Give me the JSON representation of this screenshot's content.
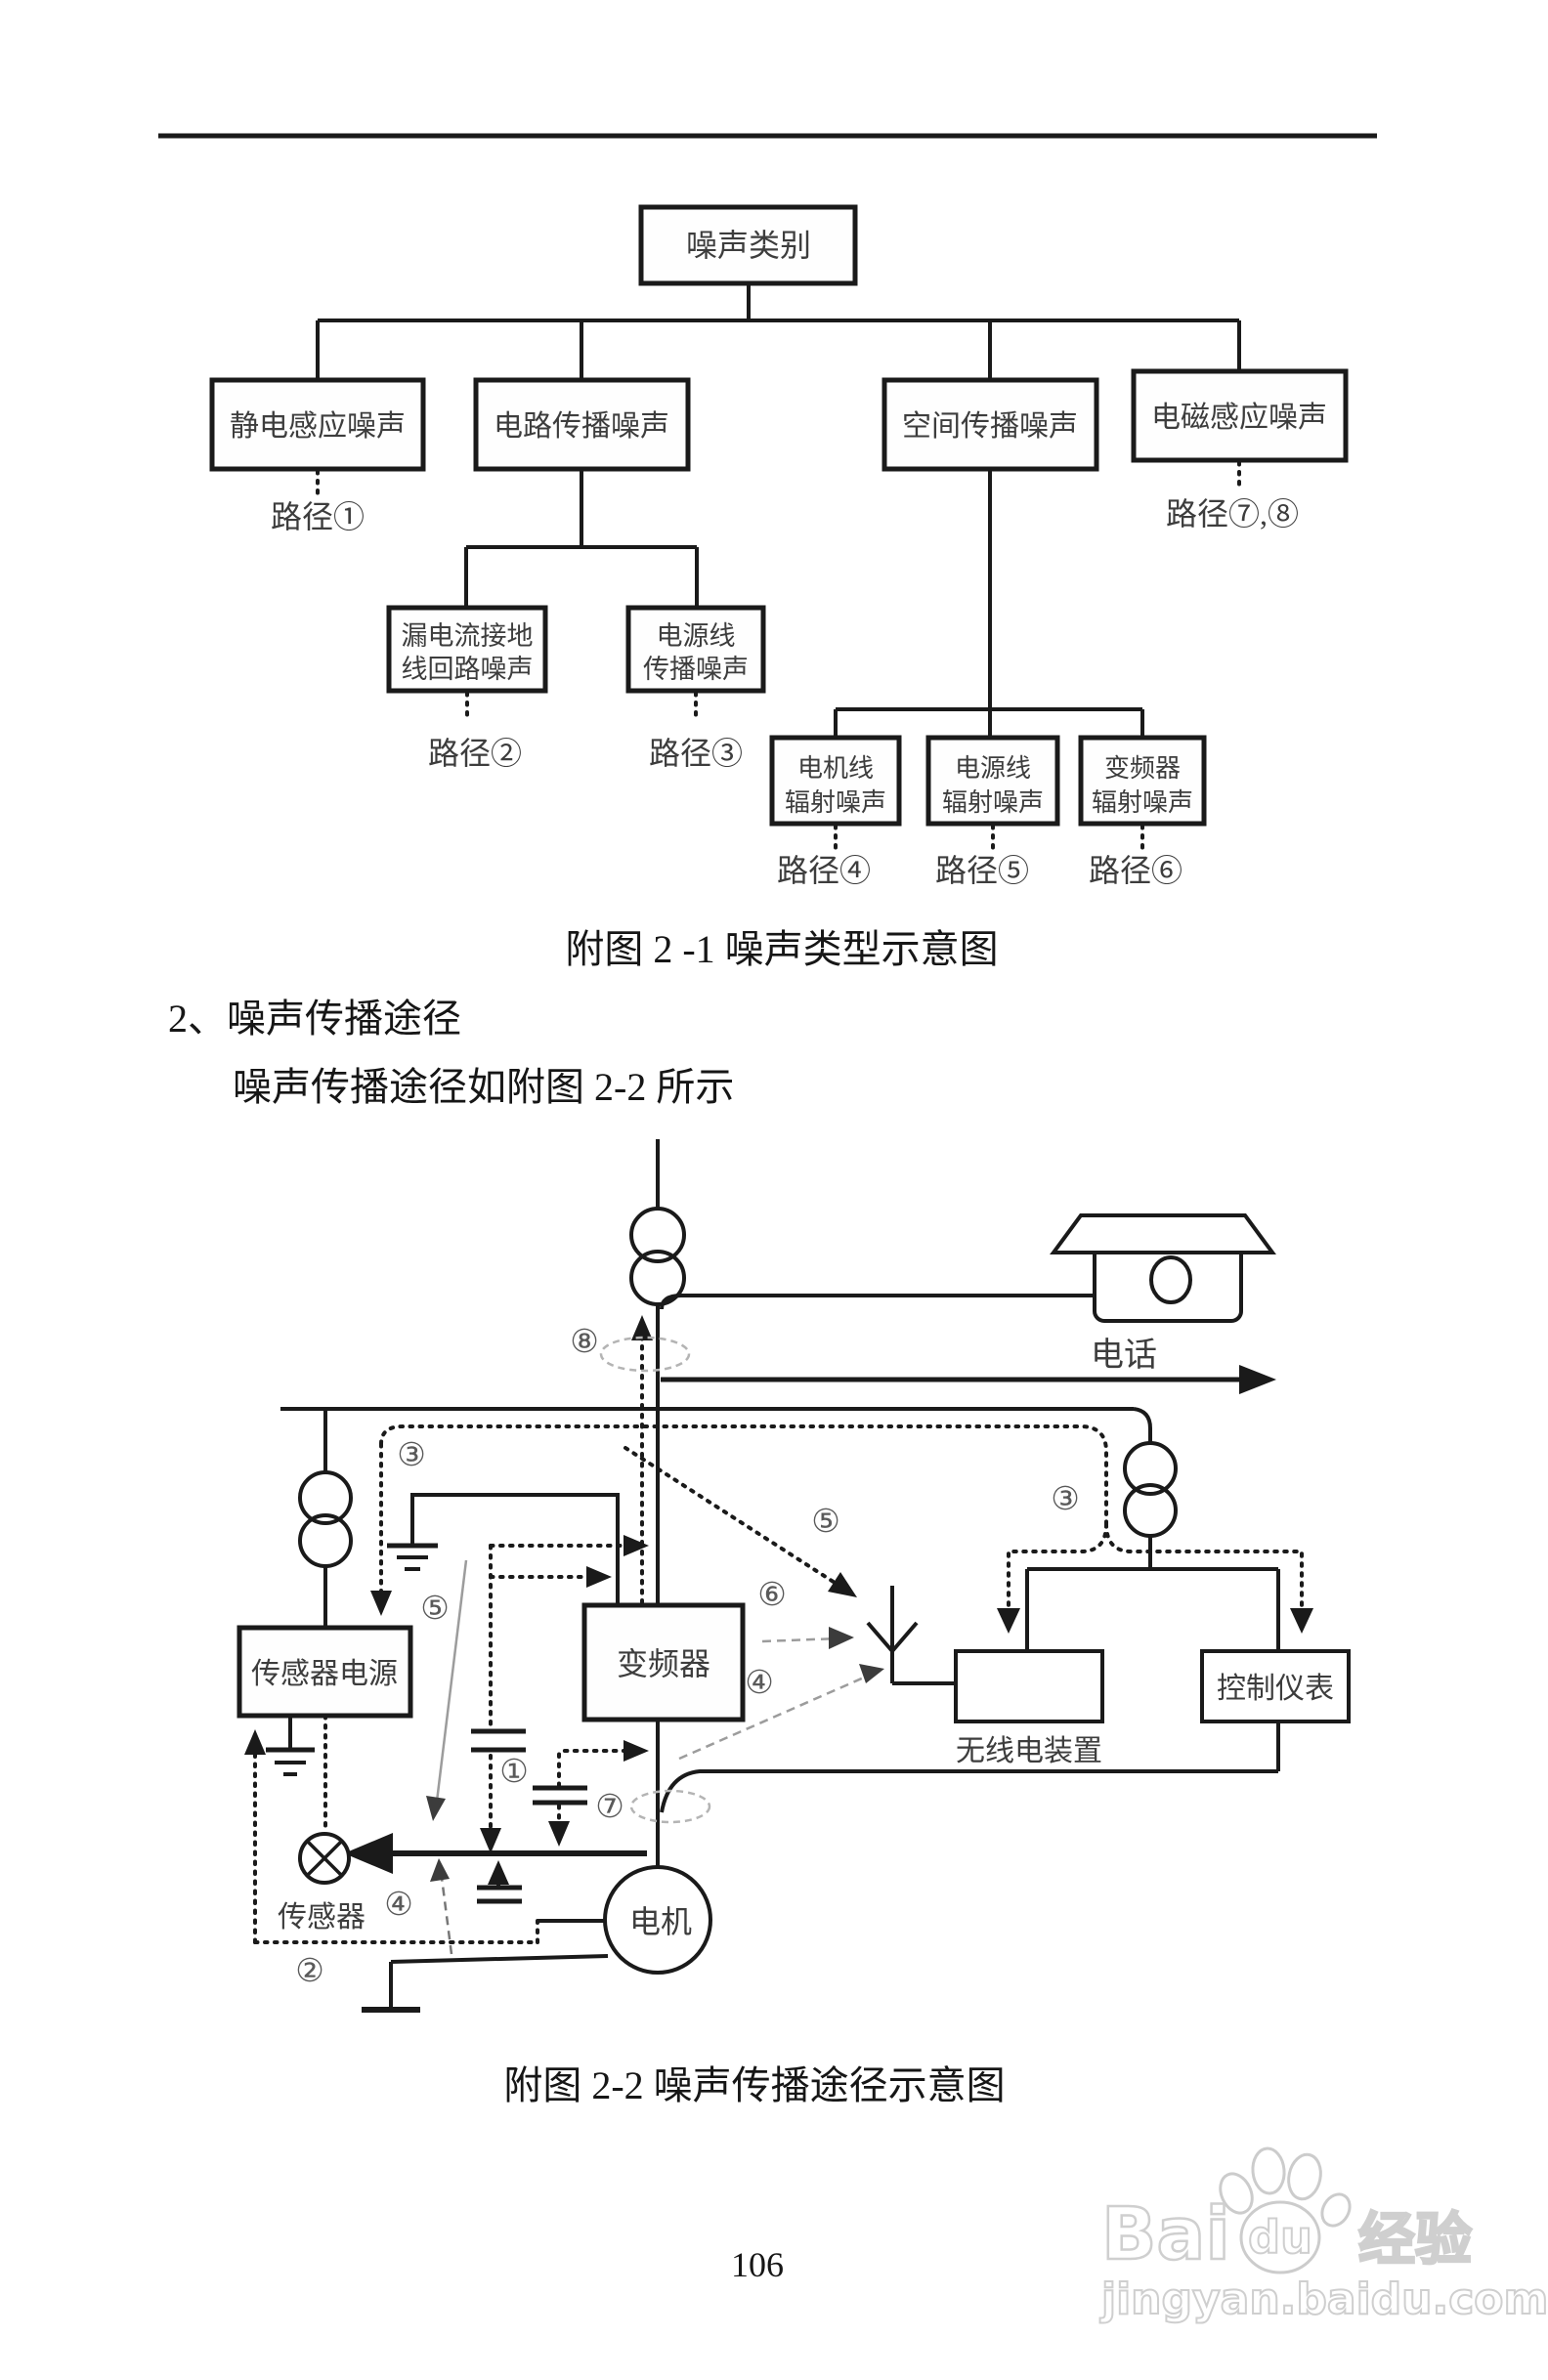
{
  "page": {
    "number": "106"
  },
  "figure1": {
    "root": "噪声类别",
    "level2": {
      "static": "静电感应噪声",
      "circuit": "电路传播噪声",
      "space": "空间传播噪声",
      "magnetic": "电磁感应噪声"
    },
    "level3": {
      "leak1": "漏电流接地",
      "leak2": "线回路噪声",
      "power1": "电源线",
      "power2": "传播噪声"
    },
    "level4": {
      "motorline1": "电机线",
      "motorline2": "辐射噪声",
      "powerline1": "电源线",
      "powerline2": "辐射噪声",
      "inverter1": "变频器",
      "inverter2": "辐射噪声"
    },
    "paths": {
      "p1": "路径①",
      "p2": "路径②",
      "p3": "路径③",
      "p4": "路径④",
      "p5": "路径⑤",
      "p6": "路径⑥",
      "p78": "路径⑦,⑧"
    },
    "caption": "附图 2 -1 噪声类型示意图"
  },
  "body_text": {
    "heading": "2、噪声传播途径",
    "line": "噪声传播途径如附图 2-2 所示"
  },
  "figure2": {
    "labels": {
      "phone": "电话",
      "sensor_power": "传感器电源",
      "inverter": "变频器",
      "radio": "无线电装置",
      "meter": "控制仪表",
      "sensor": "传感器",
      "motor": "电机"
    },
    "marks": {
      "m1": "①",
      "m2": "②",
      "m3": "③",
      "m4": "④",
      "m5": "⑤",
      "m6": "⑥",
      "m7": "⑦",
      "m8": "⑧"
    },
    "caption": "附图 2-2 噪声传播途径示意图"
  },
  "watermark": {
    "bai": "Bai",
    "du": "du",
    "brand": "经验",
    "url": "jingyan.baidu.com"
  }
}
